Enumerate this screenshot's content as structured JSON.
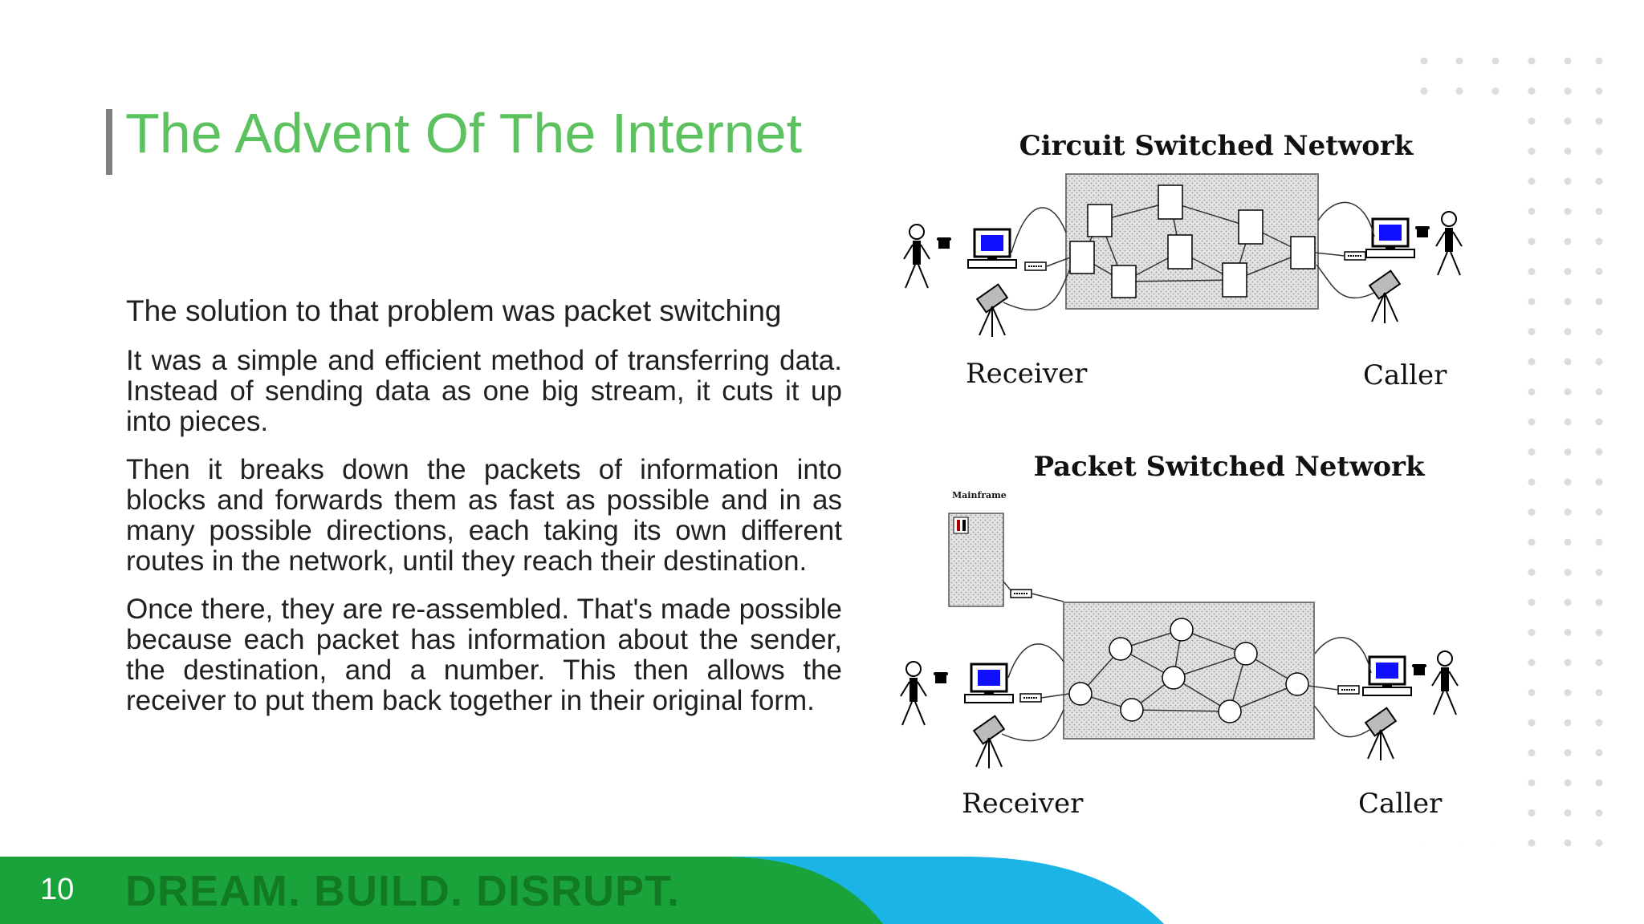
{
  "slide": {
    "title": "The Advent Of The Internet",
    "lead": "The solution to that problem was packet switching",
    "paragraphs": [
      "It was a simple and efficient method of transferring data. Instead of sending data as one big stream, it cuts it up into pieces.",
      "Then it breaks down the packets of information into blocks and forwards them as fast as possible and in as many possible directions, each taking its own different routes in the network, until they reach their destination.",
      "Once there, they are re-assembled. That's made possible because each packet has information about the sender, the destination, and a number. This then allows the receiver to put them back together in their original form."
    ],
    "page_number": "10",
    "tagline": "DREAM. BUILD. DISRUPT."
  },
  "figure": {
    "circuit_title": "Circuit Switched Network",
    "packet_title": "Packet Switched Network",
    "receiver_label": "Receiver",
    "caller_label": "Caller",
    "mainframe_label": "Mainframe"
  },
  "colors": {
    "title_green": "#5cc15f",
    "footer_green": "#1aa33a",
    "footer_blue": "#1ab5e6",
    "screen_blue": "#1010ff"
  }
}
